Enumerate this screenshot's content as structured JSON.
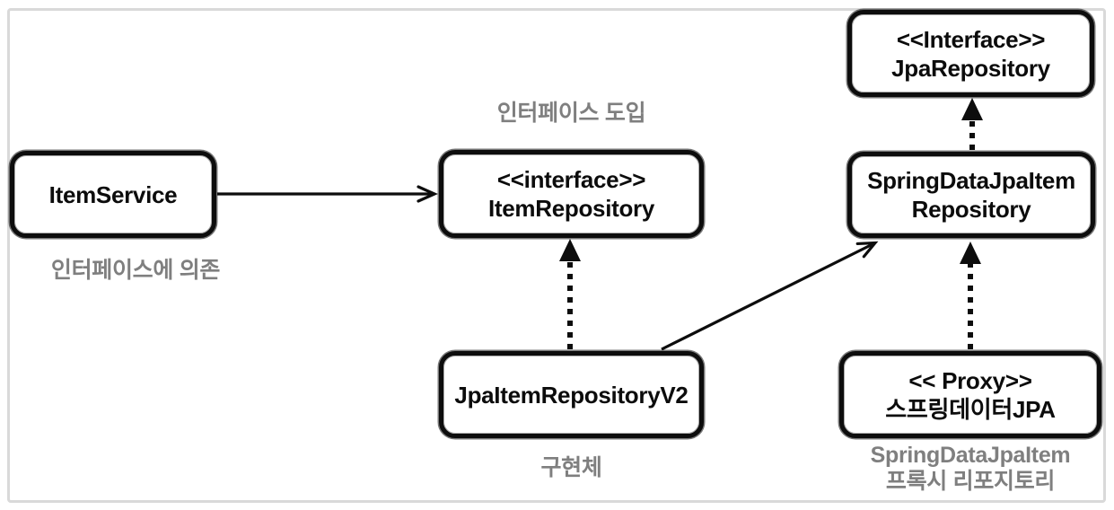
{
  "diagram": {
    "nodes": {
      "item_service": {
        "lines": [
          "ItemService"
        ]
      },
      "item_repository": {
        "lines": [
          "<<interface>>",
          "ItemRepository"
        ]
      },
      "jpa_repository": {
        "lines": [
          "<<Interface>>",
          "JpaRepository"
        ]
      },
      "spring_data_jpa_item_repository": {
        "lines": [
          "SpringDataJpaItem",
          "Repository"
        ]
      },
      "jpa_item_repository_v2": {
        "lines": [
          "JpaItemRepositoryV2"
        ]
      },
      "spring_data_proxy": {
        "lines": [
          "<< Proxy>>",
          "스프링데이터JPA"
        ]
      }
    },
    "captions": {
      "interface_intro": "인터페이스 도입",
      "depends_on_interface": "인터페이스에 의존",
      "implementation": "구현체",
      "proxy_caption_line1": "SpringDataJpaItem",
      "proxy_caption_line2": "프록시 리포지토리"
    },
    "edges": [
      {
        "from": "item_service",
        "to": "item_repository",
        "style": "solid-open-arrow"
      },
      {
        "from": "jpa_item_repository_v2",
        "to": "item_repository",
        "style": "dotted-triangle-arrow"
      },
      {
        "from": "jpa_item_repository_v2",
        "to": "spring_data_jpa_item_repository",
        "style": "solid-open-arrow"
      },
      {
        "from": "spring_data_jpa_item_repository",
        "to": "jpa_repository",
        "style": "dotted-triangle-arrow"
      },
      {
        "from": "spring_data_proxy",
        "to": "spring_data_jpa_item_repository",
        "style": "dotted-triangle-arrow"
      }
    ],
    "colors": {
      "node_border": "#0d0d0d",
      "arrow": "#0d0d0d",
      "caption_gray": "#7f7f7f",
      "frame_border": "#d9d9d9",
      "background": "#ffffff"
    }
  }
}
